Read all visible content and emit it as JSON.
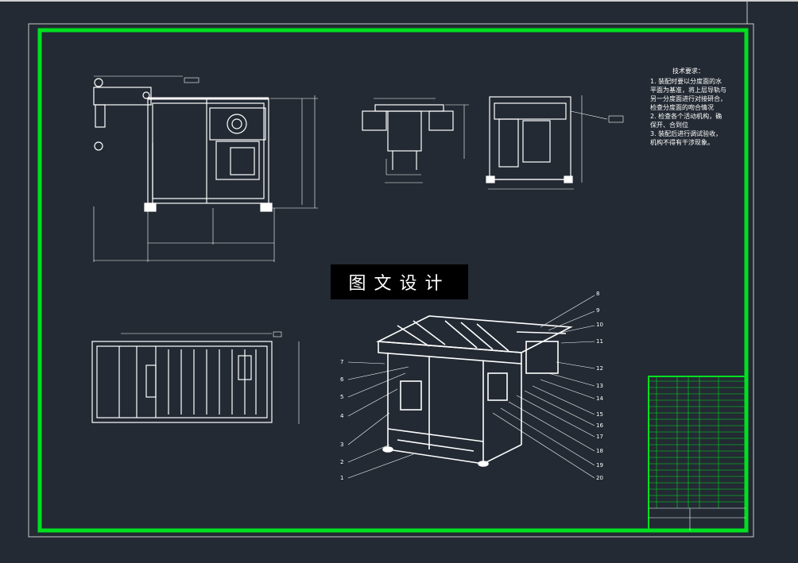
{
  "banner": {
    "text": "图文设计"
  },
  "tech_requirements": {
    "title": "技术要求：",
    "items": [
      "1. 装配时要以分度面的水平面为基准，将上层导轨与另一分度面进行对接研合，检查分度面的吻合情况",
      "2. 检查各个活动机构，确保开、合到位",
      "3. 装配后进行调试验收，机构不得有干涉现象。"
    ]
  },
  "part_numbers": [
    "1",
    "2",
    "3",
    "4",
    "5",
    "6",
    "7",
    "8",
    "9",
    "10",
    "11",
    "12",
    "13",
    "14",
    "15",
    "16",
    "17",
    "18",
    "19",
    "20"
  ],
  "colors": {
    "background": "#232a33",
    "frame": "#00e020",
    "drawing": "#ffffff",
    "banner_bg": "#000000"
  }
}
